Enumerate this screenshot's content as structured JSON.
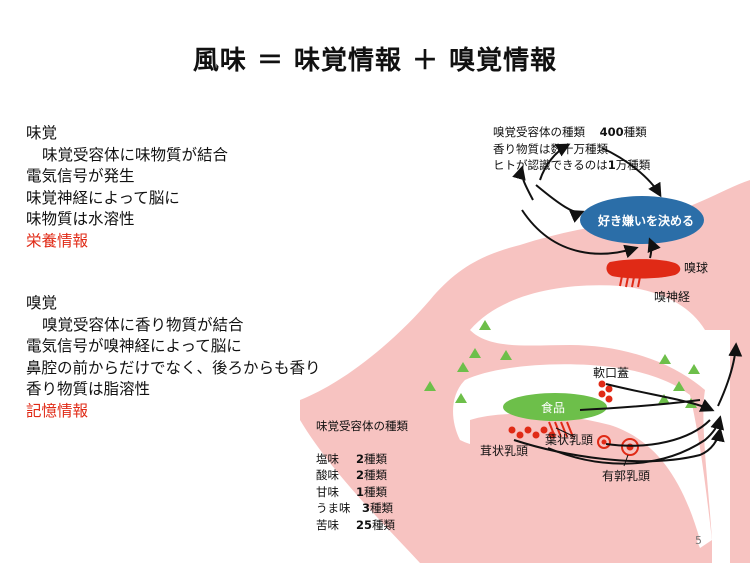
{
  "title": "風味 ＝ 味覚情報 ＋ 嗅覚情報",
  "taste": {
    "heading": "味覚",
    "lines": [
      "味覚受容体に味物質が結合",
      "電気信号が発生",
      "味覚神経によって脳に",
      "味物質は水溶性"
    ],
    "highlight": "栄養情報"
  },
  "smell": {
    "heading": "嗅覚",
    "lines": [
      "嗅覚受容体に香り物質が結合",
      "電気信号が嗅神経によって脳に",
      "鼻腔の前からだけでなく、後ろからも香り",
      "香り物質は脂溶性"
    ],
    "highlight": "記憶情報"
  },
  "olfactory_info": {
    "line1_label": "嗅覚受容体の種類",
    "line1_count": "400",
    "line1_unit": "種類",
    "line2": "香り物質は数十万種類",
    "line3_prefix": "ヒトが認識できるのは",
    "line3_count": "1",
    "line3_suffix": "万種類"
  },
  "taste_receptors": {
    "heading": "味覚受容体の種類",
    "rows": [
      {
        "name": "塩味",
        "count": "2",
        "unit": "種類"
      },
      {
        "name": "酸味",
        "count": "2",
        "unit": "種類"
      },
      {
        "name": "甘味",
        "count": "1",
        "unit": "種類"
      },
      {
        "name": "うま味",
        "count": "3",
        "unit": "種類"
      },
      {
        "name": "苦味",
        "count": "25",
        "unit": "種類"
      }
    ]
  },
  "diagram": {
    "brain_label": "好き嫌いを決める",
    "olfactory_bulb": "嗅球",
    "olfactory_nerve": "嗅神経",
    "soft_palate": "軟口蓋",
    "food": "食品",
    "fungiform_papillae": "茸状乳頭",
    "foliate_papillae": "葉状乳頭",
    "circumvallate_papillae": "有郭乳頭"
  },
  "colors": {
    "tissue": "#f7c3c1",
    "brain": "#2b6ea8",
    "food": "#6dbf4a",
    "accent_red": "#e02a16",
    "odor_triangle": "#6dbf4a"
  },
  "page_number": "5"
}
